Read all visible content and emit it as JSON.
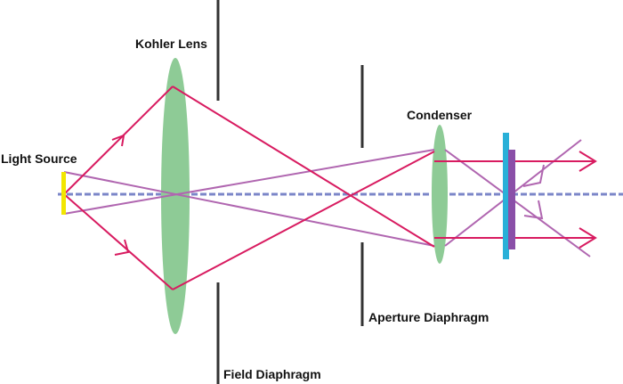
{
  "labels": {
    "kohler_lens": "Kohler Lens",
    "light_source": "Light Source",
    "condenser": "Condenser",
    "aperture_diaphragm": "Aperture Diaphragm",
    "field_diaphragm": "Field Diaphragm"
  },
  "colors": {
    "lens": "#8ecb96",
    "source": "#f2e600",
    "ray_red": "#d81b60",
    "ray_purple": "#b066b0",
    "axis": "#7b86c8",
    "stop": "#333333",
    "specimen_blue": "#29b0d8",
    "specimen_purple": "#8a4fa8"
  }
}
